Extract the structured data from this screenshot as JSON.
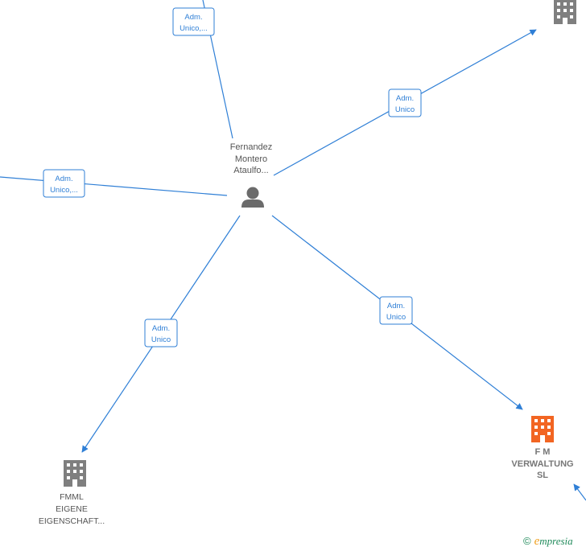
{
  "colors": {
    "edge": "#2f7fd6",
    "building": "#7f7f7f",
    "building_highlight": "#f26522",
    "person": "#6b6b6b",
    "brand_e": "#f0a020",
    "brand_text": "#1f8a5a"
  },
  "nodes": {
    "person": {
      "icon": "person-icon",
      "line1": "Fernandez",
      "line2": "Montero",
      "line3": "Ataulfo..."
    },
    "fm_verwaltung": {
      "icon": "building-icon",
      "line1": "F M",
      "line2": "VERWALTUNG",
      "line3": "SL"
    },
    "fmml": {
      "icon": "building-icon",
      "line1": "FMML",
      "line2": "EIGENE",
      "line3": "EIGENSCHAFT..."
    },
    "top_right_company": {
      "icon": "building-icon"
    }
  },
  "edges": {
    "top": {
      "line1": "Adm.",
      "line2": "Unico,..."
    },
    "left": {
      "line1": "Adm.",
      "line2": "Unico,..."
    },
    "upper_right": {
      "line1": "Adm.",
      "line2": "Unico"
    },
    "lower_right": {
      "line1": "Adm.",
      "line2": "Unico"
    },
    "lower_left": {
      "line1": "Adm.",
      "line2": "Unico"
    }
  },
  "brand": {
    "copyright": "©",
    "initial": "e",
    "rest": "mpresia"
  }
}
